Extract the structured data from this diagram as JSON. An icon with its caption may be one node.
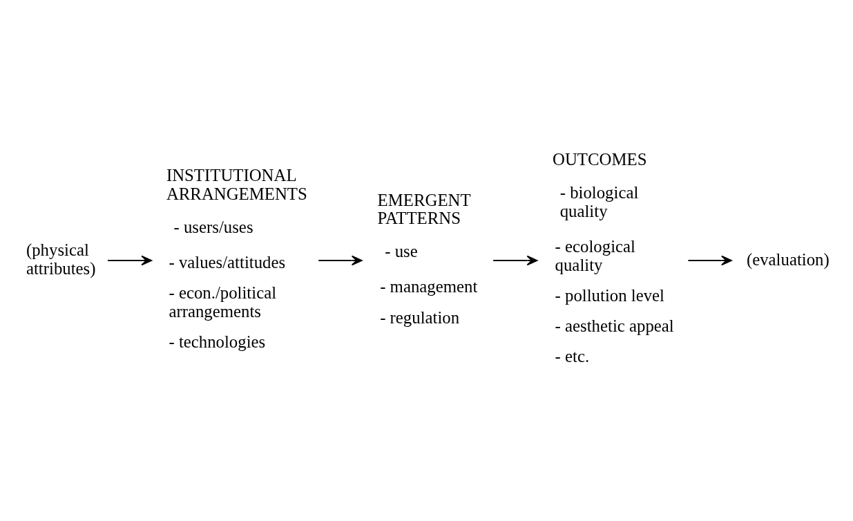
{
  "diagram": {
    "nodes": [
      {
        "text": [
          "(physical attributes)"
        ]
      },
      {
        "text": [
          "INSTITUTIONAL ARRANGEMENTS"
        ],
        "beside": [
          "- users/uses",
          "- values/attitudes",
          "- econ./political arrangements",
          "- technologies"
        ]
      },
      {
        "text": [
          "EMERGENT PATTERNS"
        ],
        "beside": [
          "- use",
          "- management",
          "- regulation"
        ]
      },
      {
        "text": [
          "OUTCOMES"
        ],
        "beside": [
          "- biological quality",
          "- ecological quality",
          "- pollution level",
          "- aesthetic appeal",
          "- etc."
        ]
      },
      {
        "text": [
          "(evaluation)"
        ]
      }
    ],
    "edges": [
      {
        "from": 0,
        "to": 1,
        "arrow": "to"
      },
      {
        "from": 1,
        "to": 2,
        "arrow": "to"
      },
      {
        "from": 2,
        "to": 3,
        "arrow": "to"
      },
      {
        "from": 3,
        "to": 4,
        "arrow": "to"
      }
    ]
  }
}
